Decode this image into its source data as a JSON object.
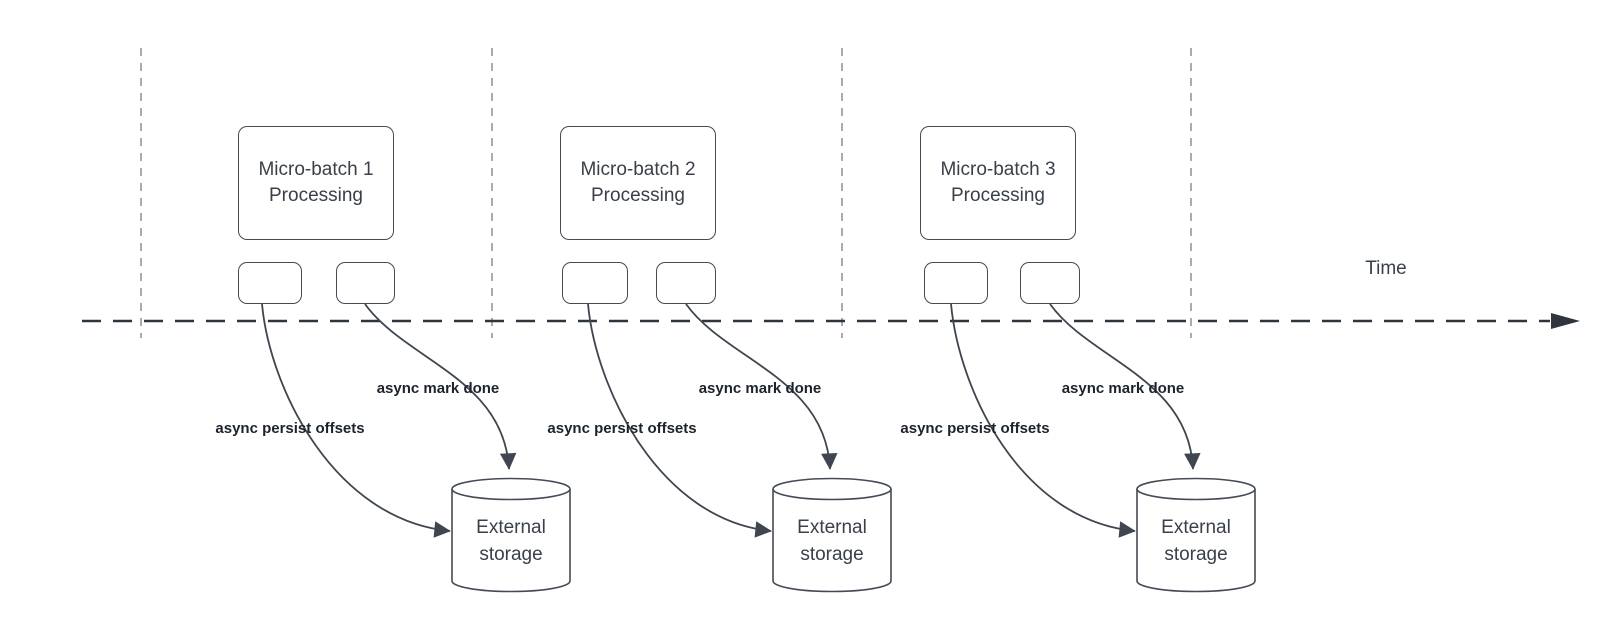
{
  "diagram": {
    "type": "timeline-flow-diagram",
    "time_axis": {
      "label": "Time"
    },
    "colors": {
      "shape_border": "#454b55",
      "node_text": "#3a404a",
      "edge_label_text": "#1d232c",
      "timeline_stroke": "#2f353c",
      "gridline_stroke": "#a9abae",
      "arrow_fill": "#3f4650",
      "background": "#ffffff"
    },
    "batches": [
      {
        "name": "Micro-batch 1 Processing",
        "persist_arrow_label": "async persist offsets",
        "mark_done_arrow_label": "async mark done",
        "storage_label": "External storage"
      },
      {
        "name": "Micro-batch 2 Processing",
        "persist_arrow_label": "async persist offsets",
        "mark_done_arrow_label": "async mark done",
        "storage_label": "External storage"
      },
      {
        "name": "Micro-batch 3 Processing",
        "persist_arrow_label": "async persist offsets",
        "mark_done_arrow_label": "async mark done",
        "storage_label": "External storage"
      }
    ]
  }
}
